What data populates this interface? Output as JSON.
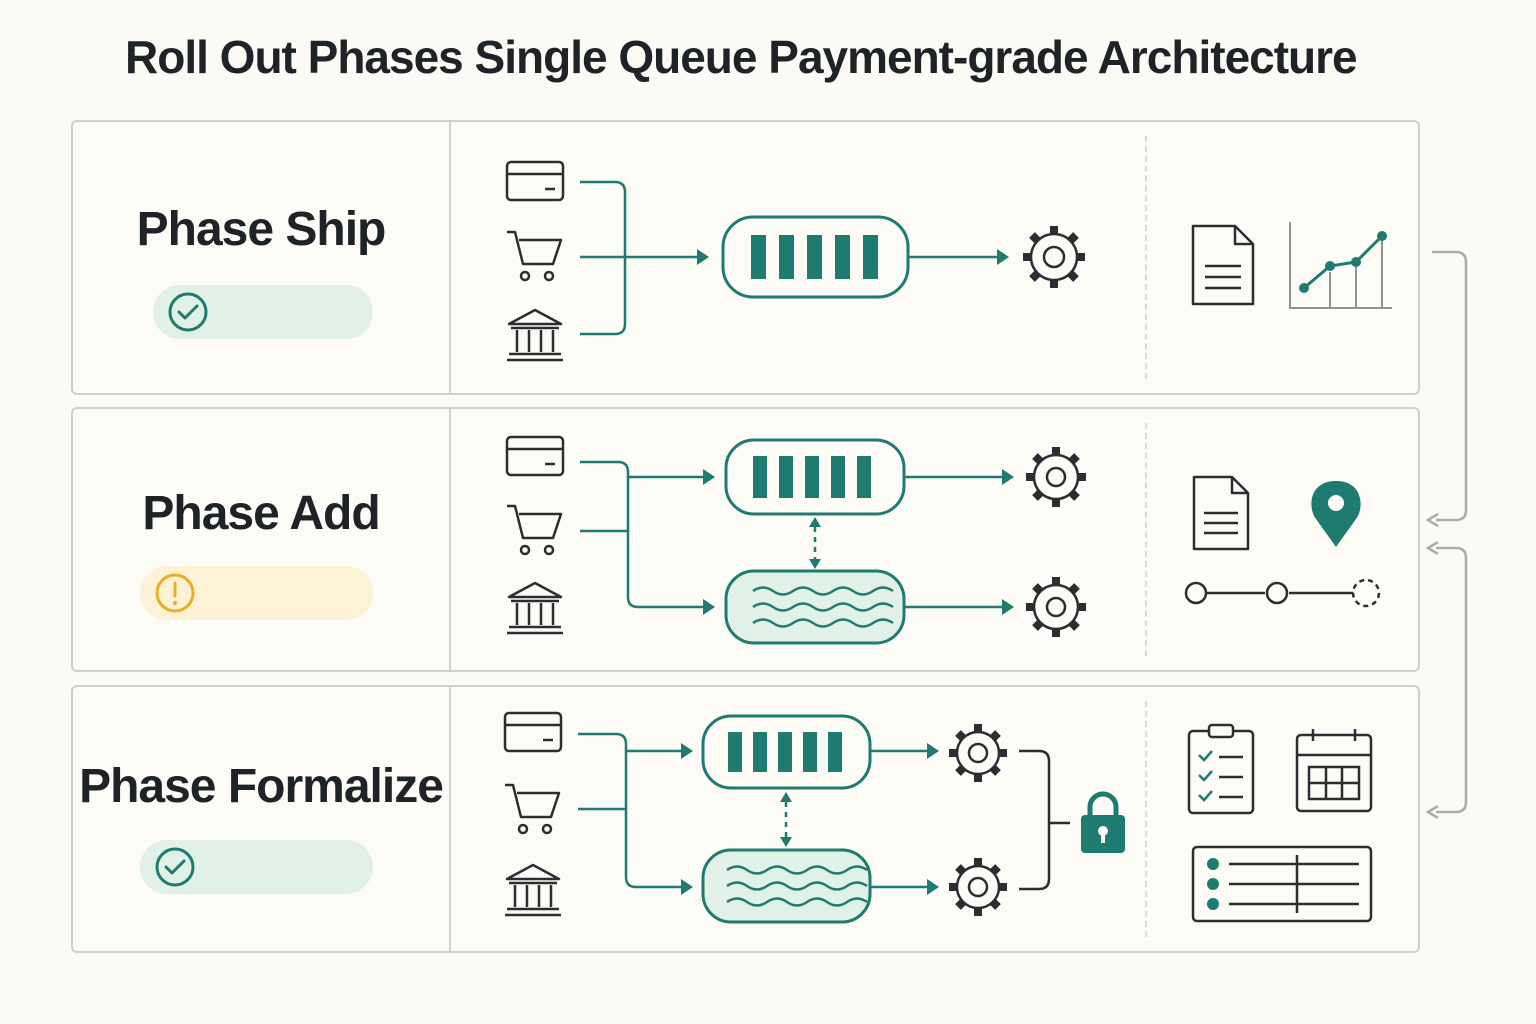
{
  "title": "Roll Out Phases Single Queue Payment-grade Architecture",
  "colors": {
    "accent": "#1f7a70",
    "ok_bg": "#e2f1e8",
    "warn_bg": "#fdf1d6",
    "warn": "#e8b020",
    "ink": "#2a2e33"
  },
  "phases": [
    {
      "name": "Phase Ship",
      "status": "ok",
      "status_icon": "check-circle-icon",
      "sources": [
        "card-icon",
        "cart-icon",
        "bank-icon"
      ],
      "outputs": [
        "document-icon",
        "line-chart-icon"
      ]
    },
    {
      "name": "Phase Add",
      "status": "warning",
      "status_icon": "exclamation-circle-icon",
      "sources": [
        "card-icon",
        "cart-icon",
        "bank-icon"
      ],
      "outputs": [
        "document-icon",
        "map-pin-icon",
        "timeline-icon"
      ]
    },
    {
      "name": "Phase Formalize",
      "status": "ok",
      "status_icon": "check-circle-icon",
      "sources": [
        "card-icon",
        "cart-icon",
        "bank-icon"
      ],
      "outputs": [
        "checklist-icon",
        "calendar-icon",
        "table-icon"
      ]
    }
  ]
}
